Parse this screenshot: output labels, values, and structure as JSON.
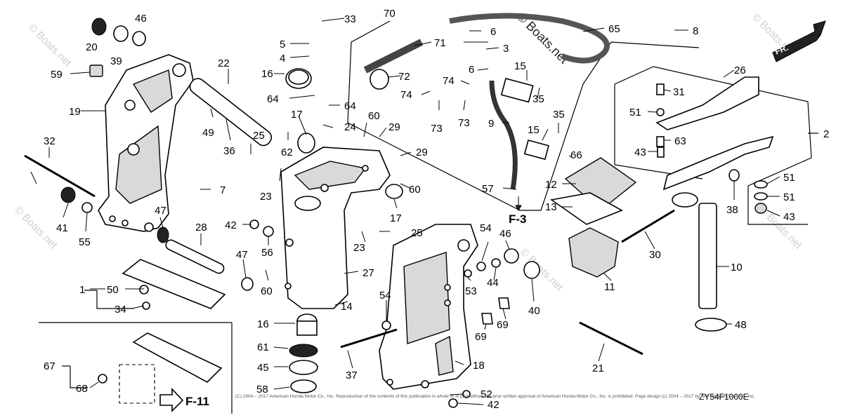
{
  "diagram": {
    "watermark": "© Boats.net",
    "direction_label": "FR.",
    "diagram_code": "ZY54F1000E",
    "copyright": "(C) 2004 – 2017 American Honda Motor Co., Inc. Reproduction of the contents of this publication in whole or in part without the prior written approval of American Honda Motor Co., Inc. is prohibited. Page design (c) 2004 – 2017 by ARI Network Services, Inc.",
    "section_refs": [
      "F-3",
      "F-11"
    ],
    "callouts": [
      "1",
      "2",
      "3",
      "4",
      "5",
      "6",
      "6",
      "7",
      "8",
      "9",
      "10",
      "11",
      "12",
      "13",
      "14",
      "15",
      "15",
      "16",
      "16",
      "17",
      "17",
      "18",
      "19",
      "20",
      "21",
      "22",
      "23",
      "23",
      "24",
      "25",
      "25",
      "26",
      "27",
      "28",
      "29",
      "29",
      "30",
      "31",
      "32",
      "33",
      "34",
      "35",
      "35",
      "36",
      "37",
      "38",
      "39",
      "40",
      "41",
      "42",
      "42",
      "43",
      "43",
      "44",
      "45",
      "46",
      "46",
      "47",
      "47",
      "48",
      "49",
      "50",
      "51",
      "51",
      "51",
      "52",
      "53",
      "54",
      "54",
      "55",
      "56",
      "57",
      "58",
      "59",
      "60",
      "60",
      "60",
      "61",
      "62",
      "63",
      "64",
      "64",
      "65",
      "66",
      "67",
      "68",
      "69",
      "69",
      "70",
      "71",
      "72",
      "73",
      "73",
      "74",
      "74"
    ]
  }
}
